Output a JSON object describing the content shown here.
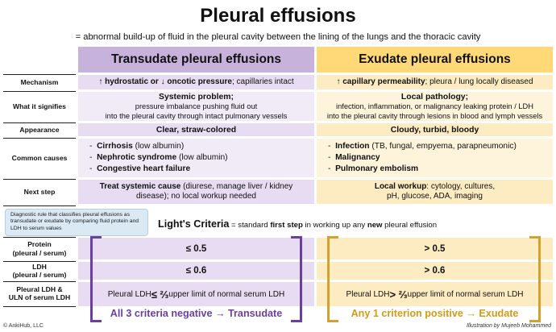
{
  "title": "Pleural effusions",
  "subtitle": "= abnormal build-up of fluid in the pleural cavity between the lining of the lungs and the thoracic cavity",
  "columns": {
    "transudate": "Transudate pleural effusions",
    "exudate": "Exudate pleural effusions"
  },
  "rows": {
    "mechanism": {
      "label": "Mechanism",
      "transudate": {
        "bold": "↑ hydrostatic or ↓ oncotic pressure",
        "rest": "; capillaries intact"
      },
      "exudate": {
        "bold": "↑ capillary permeability",
        "rest": "; pleura / lung locally diseased"
      }
    },
    "signifies": {
      "label": "What it signifies",
      "transudate": {
        "heading": "Systemic problem;",
        "line1": "pressure imbalance pushing fluid out",
        "line2": "into the pleural cavity through intact pulmonary vessels"
      },
      "exudate": {
        "heading": "Local pathology;",
        "line1": "infection, inflammation, or malignancy leaking protein / LDH",
        "line2": "into the pleural cavity through lesions in blood and lymph vessels"
      }
    },
    "appearance": {
      "label": "Appearance",
      "transudate": "Clear, straw-colored",
      "exudate": "Cloudy, turbid, bloody"
    },
    "causes": {
      "label": "Common causes",
      "transudate": [
        {
          "bold": "Cirrhosis",
          "rest": " (low albumin)"
        },
        {
          "bold": "Nephrotic syndrome",
          "rest": " (low albumin)"
        },
        {
          "bold": "Congestive heart failure",
          "rest": ""
        }
      ],
      "exudate": [
        {
          "bold": "Infection",
          "rest": " (TB, fungal, empyema, parapneumonic)"
        },
        {
          "bold": "Malignancy",
          "rest": ""
        },
        {
          "bold": "Pulmonary embolism",
          "rest": ""
        }
      ]
    },
    "next_step": {
      "label": "Next step",
      "transudate": {
        "bold": "Treat systemic cause",
        "rest1": " (diurese, manage liver / kidney",
        "rest2": "disease); no local workup needed"
      },
      "exudate": {
        "bold": "Local workup",
        "rest1": ": cytology, cultures,",
        "rest2": "pH, glucose, ADA, imaging"
      }
    }
  },
  "tooltip": "Diagnostic rule that classifies pleural effusions as transudate or exudate by comparing fluid protein and LDH to serum values",
  "criteria": {
    "title": "Light's Criteria",
    "desc_prefix": " = standard ",
    "desc_bold1": "first step",
    "desc_mid": " in working up any ",
    "desc_bold2": "new",
    "desc_suffix": " pleural effusion",
    "rows": [
      {
        "label1": "Protein",
        "label2": "(pleural / serum)",
        "transudate": "≤ 0.5",
        "exudate": "> 0.5"
      },
      {
        "label1": "LDH",
        "label2": "(pleural / serum)",
        "transudate": "≤ 0.6",
        "exudate": "> 0.6"
      },
      {
        "label1": "Pleural LDH &",
        "label2": "ULN of serum LDH",
        "transudate_prefix": "Pleural LDH ",
        "transudate_op": "≤ ⅔",
        "transudate_suffix": " upper limit of normal serum LDH",
        "exudate_prefix": "Pleural LDH ",
        "exudate_op": "> ⅔",
        "exudate_suffix": " upper limit of normal serum LDH"
      }
    ],
    "verdict_transudate": "All 3 criteria negative → Transudate",
    "verdict_exudate": "Any 1 criterion positive → Exudate"
  },
  "footer": {
    "left": "© AnkiHub, LLC",
    "right": "Illustration by Mujeeb Mohammed"
  },
  "colors": {
    "transudate_header": "#c7b2dc",
    "exudate_header": "#ffd978",
    "transudate_accent": "#6b3fa0",
    "exudate_accent": "#d49a16"
  }
}
